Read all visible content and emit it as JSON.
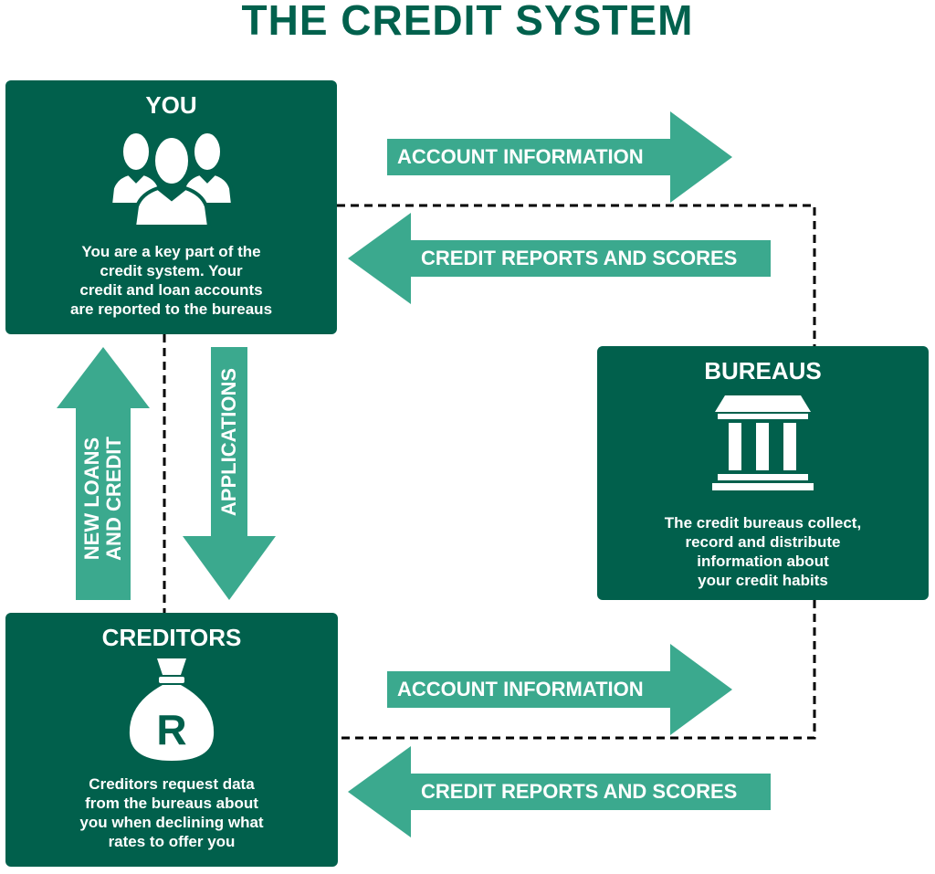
{
  "title": "THE CREDIT SYSTEM",
  "you": {
    "heading": "YOU",
    "description": [
      "You are a key part of the",
      "credit system. Your",
      "credit and loan accounts",
      "are reported to the bureaus"
    ],
    "icon": "users-icon"
  },
  "creditors": {
    "heading": "CREDITORS",
    "description": [
      "Creditors request data",
      "from the bureaus about",
      "you when declining what",
      "rates to offer you"
    ],
    "icon": "money-bag-icon",
    "icon_letter": "R"
  },
  "bureaus": {
    "heading": "BUREAUS",
    "description": [
      "The credit bureaus collect,",
      "record and distribute",
      "information about",
      "your credit habits"
    ],
    "icon": "bank-building-icon"
  },
  "arrows": {
    "top_account_info": "ACCOUNT INFORMATION",
    "top_credit_reports": "CREDIT REPORTS AND SCORES",
    "bottom_account_info": "ACCOUNT INFORMATION",
    "bottom_credit_reports": "CREDIT REPORTS AND SCORES",
    "new_loans": [
      "NEW LOANS",
      "AND CREDIT"
    ],
    "applications": "APPLICATIONS"
  },
  "colors": {
    "box": "#01604c",
    "arrow": "#3ba98e",
    "title": "#01614d",
    "text": "#ffffff"
  }
}
